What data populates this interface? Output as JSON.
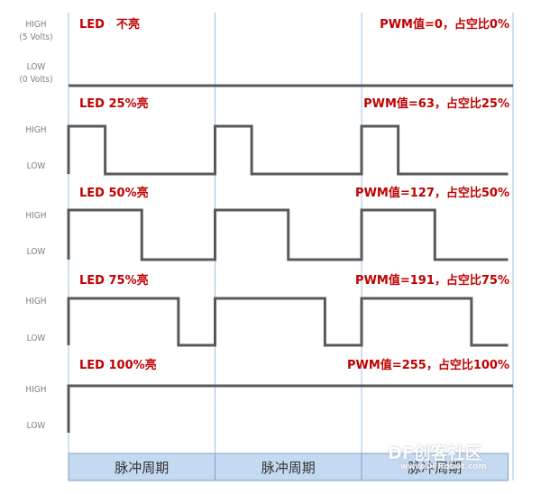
{
  "panels": [
    {
      "id": "p0",
      "led_label": "LED　不亮",
      "pwm_label": "PWM值=0，占空比0%",
      "high_label": "HIGH",
      "high_sub": "(5 Volts)",
      "low_label": "LOW",
      "low_sub": "(0 Volts)",
      "duty_percent": 0
    },
    {
      "id": "p25",
      "led_label": "LED 25%亮",
      "pwm_label": "PWM值=63，占空比25%",
      "high_label": "HIGH",
      "low_label": "LOW",
      "duty_percent": 25
    },
    {
      "id": "p50",
      "led_label": "LED 50%亮",
      "pwm_label": "PWM值=127，占空比50%",
      "high_label": "HIGH",
      "low_label": "LOW",
      "duty_percent": 50
    },
    {
      "id": "p75",
      "led_label": "LED 75%亮",
      "pwm_label": "PWM值=191，占空比75%",
      "high_label": "HIGH",
      "low_label": "LOW",
      "duty_percent": 75
    },
    {
      "id": "p100",
      "led_label": "LED 100%亮",
      "pwm_label": "PWM值=255，占空比100%",
      "high_label": "HIGH",
      "low_label": "LOW",
      "duty_percent": 100
    }
  ],
  "periods": [
    "脉冲周期",
    "脉冲周期",
    "脉冲周期"
  ],
  "watermark": {
    "line1": "DF创客社区",
    "line2": "www.DFRobot.com"
  },
  "colors": {
    "label_red": "#c00000",
    "wave": "#595959",
    "divider": "#9dc3e6",
    "period_fill": "#c5d9f1",
    "period_border": "#7f9fc7",
    "axis_text": "#7f7f7f"
  }
}
